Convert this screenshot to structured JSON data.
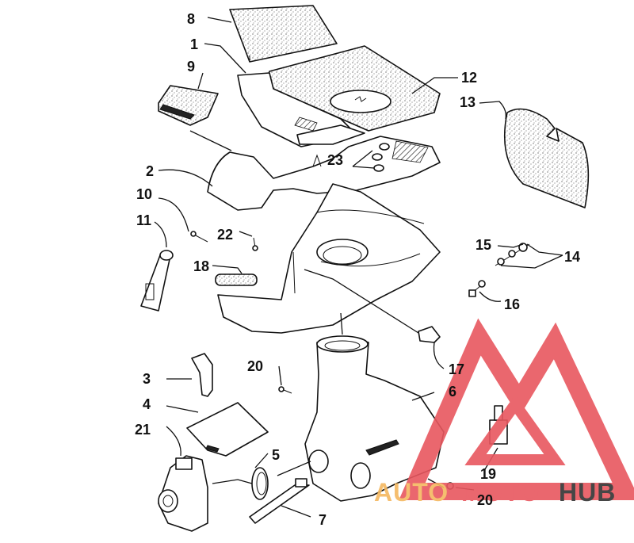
{
  "labels": {
    "p1": "1",
    "p2": "2",
    "p3": "3",
    "p4": "4",
    "p5": "5",
    "p6": "6",
    "p7": "7",
    "p8": "8",
    "p9": "9",
    "p10": "10",
    "p11": "11",
    "p12": "12",
    "p13": "13",
    "p14": "14",
    "p15": "15",
    "p16": "16",
    "p17": "17",
    "p18": "18",
    "p19": "19",
    "p20a": "20",
    "p20b": "20",
    "p21": "21",
    "p22": "22",
    "p23": "23"
  },
  "watermark": {
    "auto": "AUTO",
    "moto": "MOTO",
    "hub": "HUB",
    "colors": {
      "primary": "#e8575f",
      "secondary": "#f4b860",
      "hub": "#333333"
    }
  }
}
